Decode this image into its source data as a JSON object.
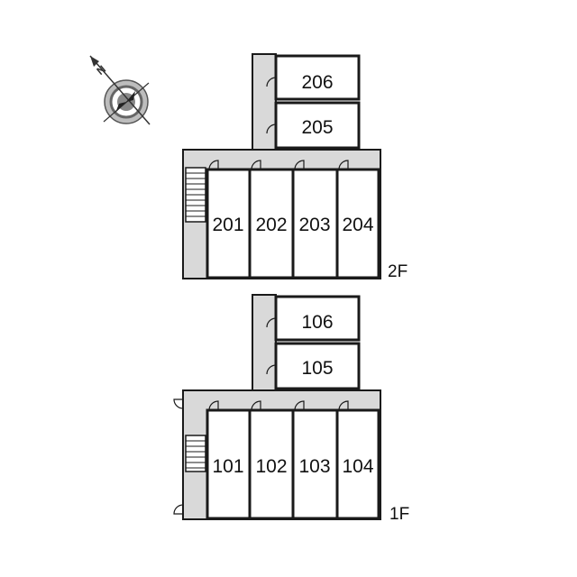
{
  "compass": {
    "north_label": "N",
    "icon": "compass-rose-icon"
  },
  "floors": [
    {
      "label": "2F",
      "units": [
        "206",
        "205",
        "201",
        "202",
        "203",
        "204"
      ]
    },
    {
      "label": "1F",
      "units": [
        "106",
        "105",
        "101",
        "102",
        "103",
        "104"
      ]
    }
  ],
  "colors": {
    "wall": "#1a1a1a",
    "corridor": "#d9d9d9",
    "room": "#ffffff"
  }
}
